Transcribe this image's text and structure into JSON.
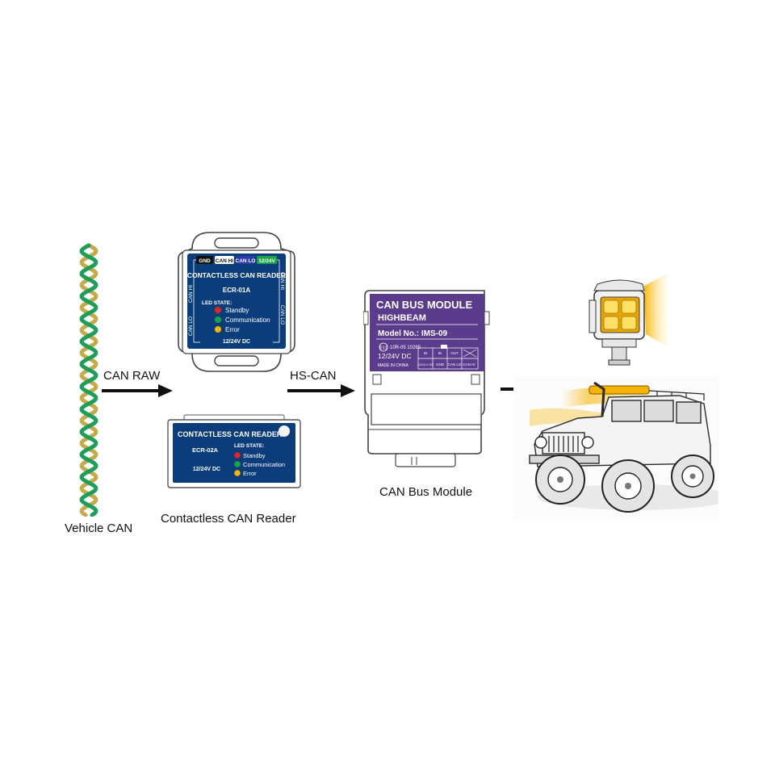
{
  "labels": {
    "vehicle_can": "Vehicle CAN",
    "can_raw": "CAN RAW",
    "hs_can": "HS-CAN",
    "contactless_reader": "Contactless CAN Reader",
    "can_bus_module": "CAN Bus Module"
  },
  "reader1": {
    "pins": [
      "GND",
      "CAN HI",
      "CAN LO",
      "12/24V"
    ],
    "side_left_top": "CAN HI",
    "side_left_bottom": "CAN LO",
    "side_right_top": "CAN HI",
    "side_right_bottom": "CAN LO",
    "title": "CONTACTLESS CAN READER",
    "model": "ECR-01A",
    "led_state": "LED STATE:",
    "led_standby": "Standby",
    "led_communication": "Communication",
    "led_error": "Error",
    "voltage": "12/24V DC"
  },
  "reader2": {
    "title": "CONTACTLESS CAN READER",
    "model": "ECR-02A",
    "voltage": "12/24V DC",
    "led_state": "LED STATE:",
    "led_standby": "Standby",
    "led_communication": "Communication",
    "led_error": "Error"
  },
  "module": {
    "title": "CAN BUS MODULE",
    "subtitle": "HIGHBEAM",
    "model": "Model No.: IMS-09",
    "cert_mark": "E11",
    "cert": "10R-05 10265",
    "voltage": "12/24V DC",
    "made_in": "MADE IN CHINA",
    "pin_labels": [
      "IN",
      "IN",
      "OUT",
      "12/24 V DC",
      "GND",
      "CAN LO",
      "CAN HI"
    ]
  },
  "colors": {
    "reader_blue": "#0b3d7a",
    "module_purple": "#5b3c8c",
    "wire_green": "#1f9e5a",
    "wire_yellow": "#c6a94a",
    "led_red": "#e02525",
    "led_green": "#1aa24a",
    "led_yellow": "#f2b705",
    "amber": "#f6b400"
  },
  "icons": [
    "twisted-pair-wire-icon",
    "arrow-right-icon",
    "led-work-light-icon",
    "offroad-jeep-icon"
  ]
}
